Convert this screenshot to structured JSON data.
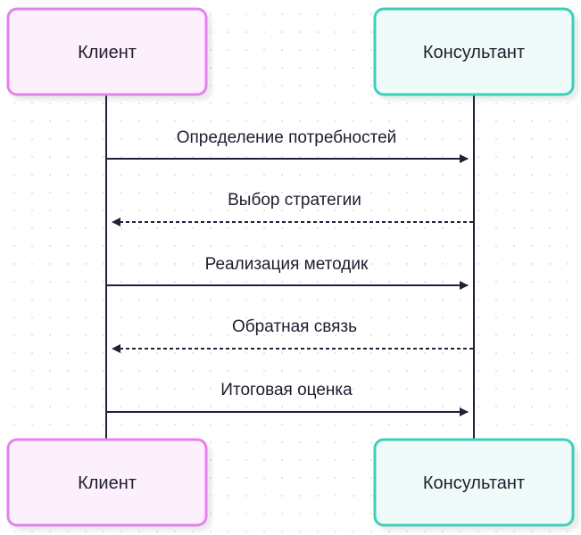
{
  "diagram": {
    "type": "sequence",
    "colors": {
      "line": "#23213a",
      "text": "#1f1d2e"
    },
    "participants": [
      {
        "id": "client",
        "label": "Клиент",
        "fill": "#fdf0fd",
        "stroke": "#e481ee"
      },
      {
        "id": "consultant",
        "label": "Консультант",
        "fill": "#effbf9",
        "stroke": "#3ccfb8"
      }
    ],
    "messages": [
      {
        "from": "client",
        "to": "consultant",
        "label": "Определение потребностей",
        "style": "solid"
      },
      {
        "from": "consultant",
        "to": "client",
        "label": "Выбор стратегии",
        "style": "dashed"
      },
      {
        "from": "client",
        "to": "consultant",
        "label": "Реализация методик",
        "style": "solid"
      },
      {
        "from": "consultant",
        "to": "client",
        "label": "Обратная связь",
        "style": "dashed"
      },
      {
        "from": "client",
        "to": "consultant",
        "label": "Итоговая оценка",
        "style": "solid"
      }
    ]
  }
}
